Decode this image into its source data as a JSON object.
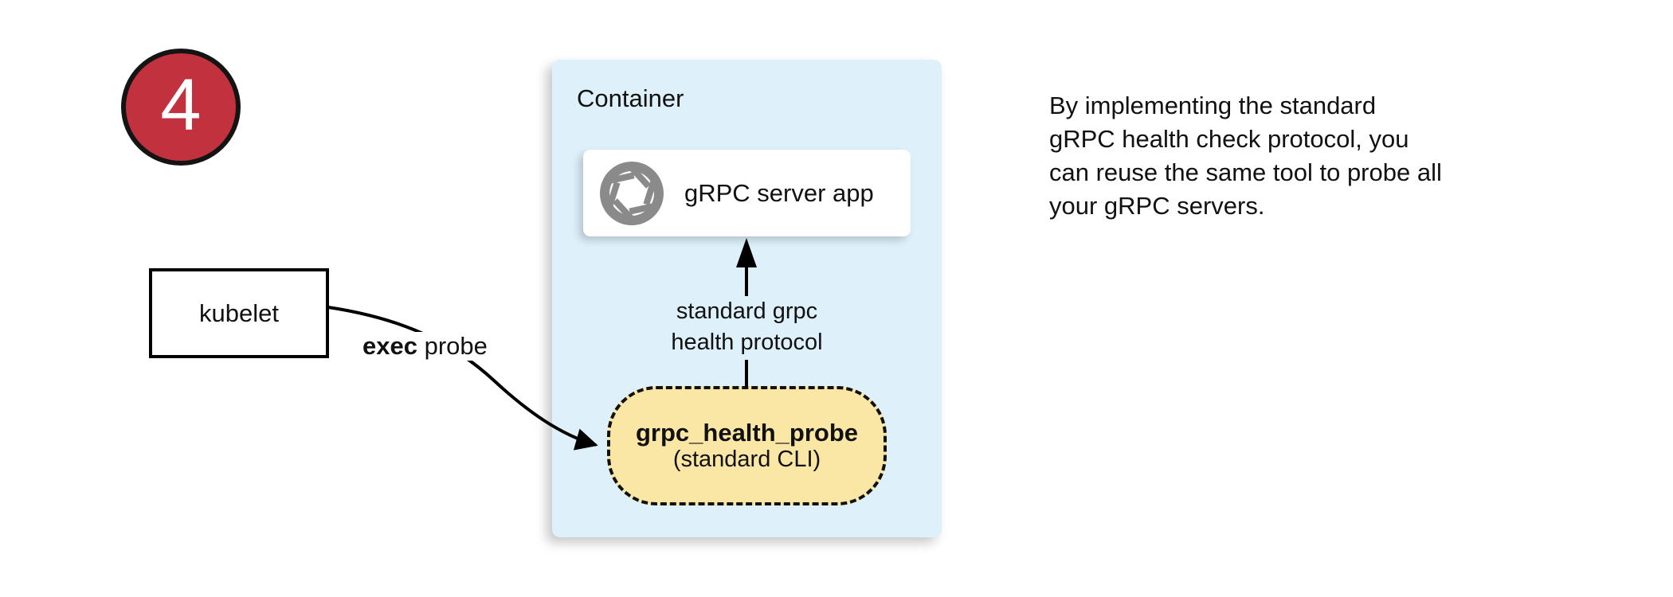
{
  "step_badge": {
    "number": "4",
    "fill_color": "#c2313e"
  },
  "kubelet_node": {
    "label": "kubelet"
  },
  "edges": {
    "exec_probe": {
      "bold_part": "exec",
      "rest_part": " probe"
    },
    "health_protocol": {
      "line1": "standard grpc",
      "line2": "health protocol"
    }
  },
  "container": {
    "title": "Container",
    "fill_color": "#def0fa",
    "server_app": {
      "label": "gRPC server app",
      "icon": "aperture-icon",
      "icon_color": "#8a8a8a"
    },
    "health_probe": {
      "title": "grpc_health_probe",
      "subtitle": "(standard CLI)",
      "fill_color": "#fae7a6"
    }
  },
  "note": {
    "lines": [
      "By implementing the standard",
      "gRPC health check protocol, you",
      "can reuse the same tool to probe all",
      "your gRPC servers."
    ]
  }
}
